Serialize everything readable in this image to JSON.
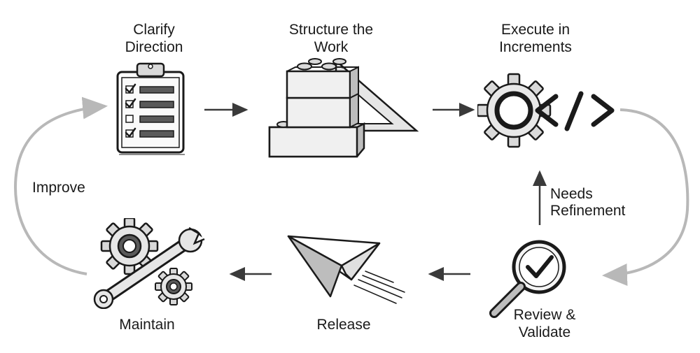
{
  "steps": {
    "clarify": {
      "line1": "Clarify",
      "line2": "Direction",
      "icon": "clipboard-checklist-icon"
    },
    "structure": {
      "line1": "Structure the",
      "line2": "Work",
      "icon": "building-blocks-ruler-icon"
    },
    "execute": {
      "line1": "Execute in",
      "line2": "Increments",
      "icon": "gear-code-icon"
    },
    "review": {
      "line1": "Review &",
      "line2": "Validate",
      "icon": "magnifier-check-icon"
    },
    "release": {
      "line1": "Release",
      "icon": "paper-plane-icon"
    },
    "maintain": {
      "line1": "Maintain",
      "icon": "gears-wrench-icon"
    }
  },
  "loop_labels": {
    "improve": "Improve",
    "refinement_line1": "Needs",
    "refinement_line2": "Refinement"
  },
  "colors": {
    "ink": "#1a1a1a",
    "arrow": "#3a3a3a",
    "loop": "#b8b8b8",
    "fill_gray": "#bdbdbd",
    "fill_dark": "#5a5a5a"
  }
}
